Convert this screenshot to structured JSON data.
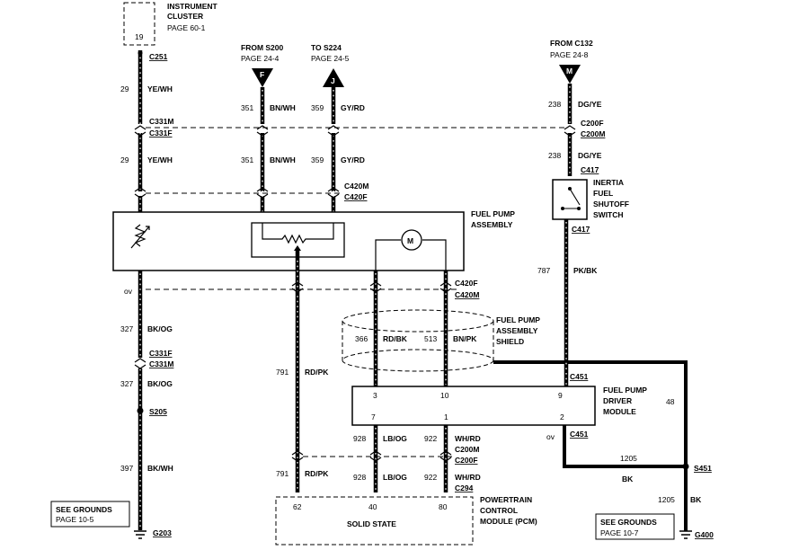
{
  "cluster": {
    "label": [
      "INSTRUMENT",
      "CLUSTER"
    ],
    "page": "PAGE 60-1",
    "pin": "19"
  },
  "from_s200": {
    "title": "FROM S200",
    "page": "PAGE 24-4",
    "letter": "F"
  },
  "to_s224": {
    "title": "TO S224",
    "page": "PAGE 24-5",
    "letter": "J"
  },
  "from_c132": {
    "title": "FROM C132",
    "page": "PAGE 24-8",
    "letter": "M"
  },
  "connectors": {
    "c251": "C251",
    "c331m": "C331M",
    "c331f": "C331F",
    "c420m": "C420M",
    "c420f": "C420F",
    "c200f": "C200F",
    "c200m": "C200M",
    "c417": "C417",
    "c451": "C451",
    "s205": "S205",
    "s451": "S451",
    "c294": "C294",
    "g203": "G203",
    "g400": "G400"
  },
  "wires": {
    "w29": "29",
    "yewh": "YE/WH",
    "w351": "351",
    "bnwh": "BN/WH",
    "w359": "359",
    "gyrd": "GY/RD",
    "w238": "238",
    "dgye": "DG/YE",
    "w787": "787",
    "pkbk": "PK/BK",
    "w327": "327",
    "bkog": "BK/OG",
    "w397": "397",
    "bkwh": "BK/WH",
    "w791": "791",
    "rdpk": "RD/PK",
    "w366": "366",
    "rdbk": "RD/BK",
    "w513": "513",
    "bnpk": "BN/PK",
    "w928": "928",
    "lbog": "LB/OG",
    "w922": "922",
    "whrd": "WH/RD",
    "w1205": "1205",
    "bk": "BK",
    "w48": "48",
    "ov": "ov"
  },
  "inertia": {
    "label": [
      "INERTIA",
      "FUEL",
      "SHUTOFF",
      "SWITCH"
    ]
  },
  "fuel_pump_assembly": {
    "label": [
      "FUEL PUMP",
      "ASSEMBLY"
    ],
    "motor": "M"
  },
  "shield": {
    "label": [
      "FUEL PUMP",
      "ASSEMBLY",
      "SHIELD"
    ]
  },
  "driver_module": {
    "label": [
      "FUEL PUMP",
      "DRIVER",
      "MODULE"
    ],
    "pins_top": [
      "3",
      "10",
      "9"
    ],
    "pins_bottom": [
      "7",
      "1",
      "2"
    ]
  },
  "pcm": {
    "label": [
      "POWERTRAIN",
      "CONTROL",
      "MODULE (PCM)"
    ],
    "pins": [
      "62",
      "40",
      "80"
    ],
    "inside": "SOLID STATE"
  },
  "grounds_left": {
    "title": "SEE GROUNDS",
    "page": "PAGE 10-5"
  },
  "grounds_right": {
    "title": "SEE GROUNDS",
    "page": "PAGE 10-7"
  }
}
